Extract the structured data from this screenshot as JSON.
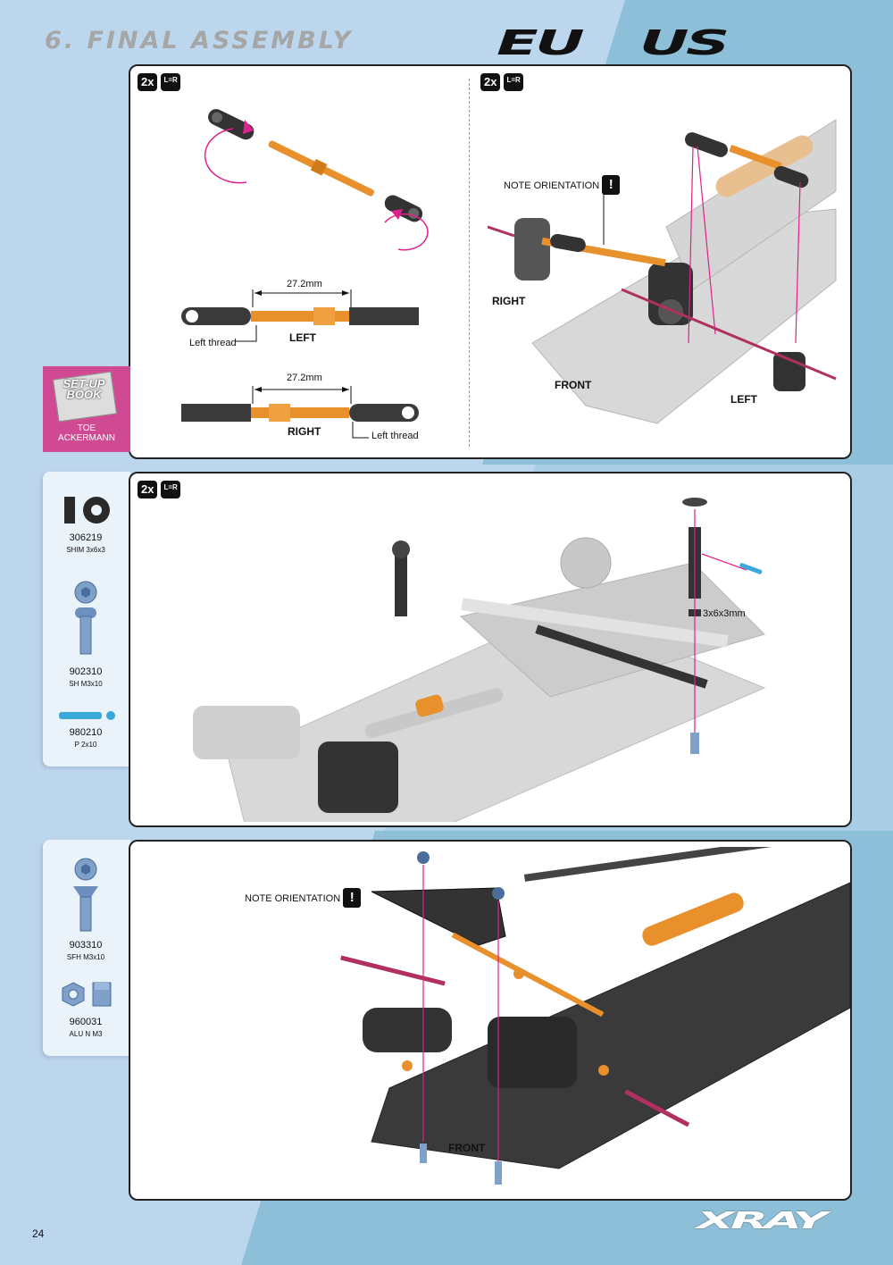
{
  "header": {
    "title": "6. FINAL ASSEMBLY",
    "logo_eu": "EU",
    "logo_us": "US"
  },
  "colors": {
    "background_light": "#bcd6ee",
    "background_dark": "#8dbfd8",
    "accent_pink": "#e0208c",
    "setup_book": "#cf4a92",
    "orange_part": "#e8902c"
  },
  "panel1": {
    "qty": "2x",
    "lr": "L=R",
    "dim_left": "27.2mm",
    "dim_right": "27.2mm",
    "left_thread_1": "Left thread",
    "left_label": "LEFT",
    "right_label": "RIGHT",
    "left_thread_2": "Left thread",
    "right_qty": "2x",
    "right_lr": "L=R",
    "note": "NOTE ORIENTATION",
    "right_side": "RIGHT",
    "front": "FRONT",
    "left_side": "LEFT"
  },
  "setup_book": {
    "title_1": "SET-UP",
    "title_2": "BOOK",
    "caption_1": "TOE",
    "caption_2": "ACKERMANN"
  },
  "panel2": {
    "qty": "2x",
    "lr": "L=R",
    "shim_label": "3x6x3mm"
  },
  "panel2_parts": [
    {
      "code": "306219",
      "desc": "SHIM 3x6x3",
      "icon": "shim-icon"
    },
    {
      "code": "902310",
      "desc": "SH M3x10",
      "icon": "screw-icon"
    },
    {
      "code": "980210",
      "desc": "P 2x10",
      "icon": "pin-icon"
    }
  ],
  "panel3": {
    "note": "NOTE ORIENTATION",
    "front": "FRONT"
  },
  "panel3_parts": [
    {
      "code": "903310",
      "desc": "SFH M3x10",
      "icon": "flat-screw-icon"
    },
    {
      "code": "960031",
      "desc": "ALU N M3",
      "icon": "nut-icon"
    }
  ],
  "footer": {
    "page_number": "24",
    "brand": "XRAY"
  }
}
